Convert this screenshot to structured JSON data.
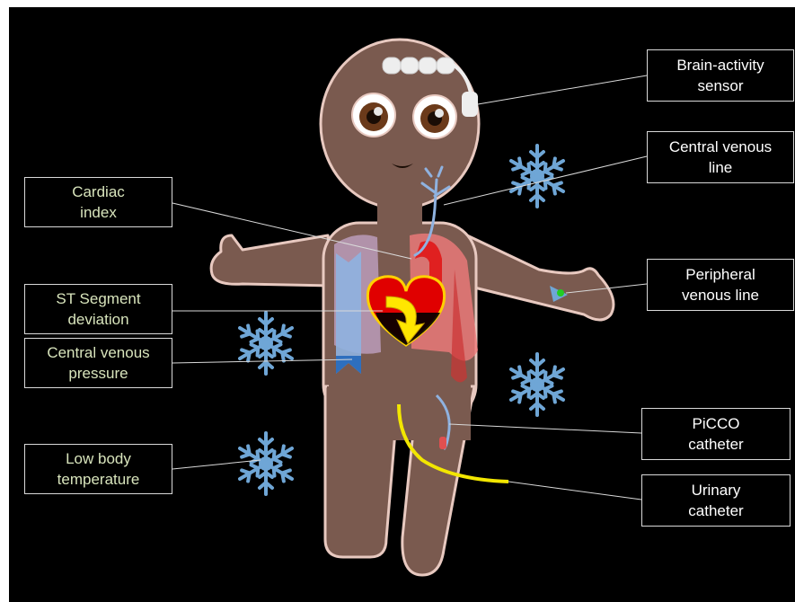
{
  "labels": {
    "brain": [
      "Brain-activity",
      "sensor"
    ],
    "cv_line": [
      "Central venous",
      "line"
    ],
    "cardiac": [
      "Cardiac",
      "index"
    ],
    "peripheral": [
      "Peripheral",
      "venous line"
    ],
    "st": [
      "ST Segment",
      "deviation"
    ],
    "cvp": [
      "Central venous",
      "pressure"
    ],
    "temp": [
      "Low body",
      "temperature"
    ],
    "picco": [
      "PiCCO",
      "catheter"
    ],
    "urinary": [
      "Urinary",
      "catheter"
    ]
  },
  "colors": {
    "background": "#000000",
    "body": "#7a5a4f",
    "body_outline": "#e8c9c0",
    "left_label_text": "#d8e4bc",
    "right_label_text": "#ffffff",
    "snowflake": "#6fa6d6",
    "heart": "#e00000",
    "arrow": "#ffe600",
    "urinary_catheter": "#f2e600",
    "vein": "#8fb2e0",
    "lung": "#f07a7a"
  },
  "icons": [
    "snowflake-icon",
    "heart-icon",
    "eye-icon",
    "brain-sensor-icon"
  ]
}
